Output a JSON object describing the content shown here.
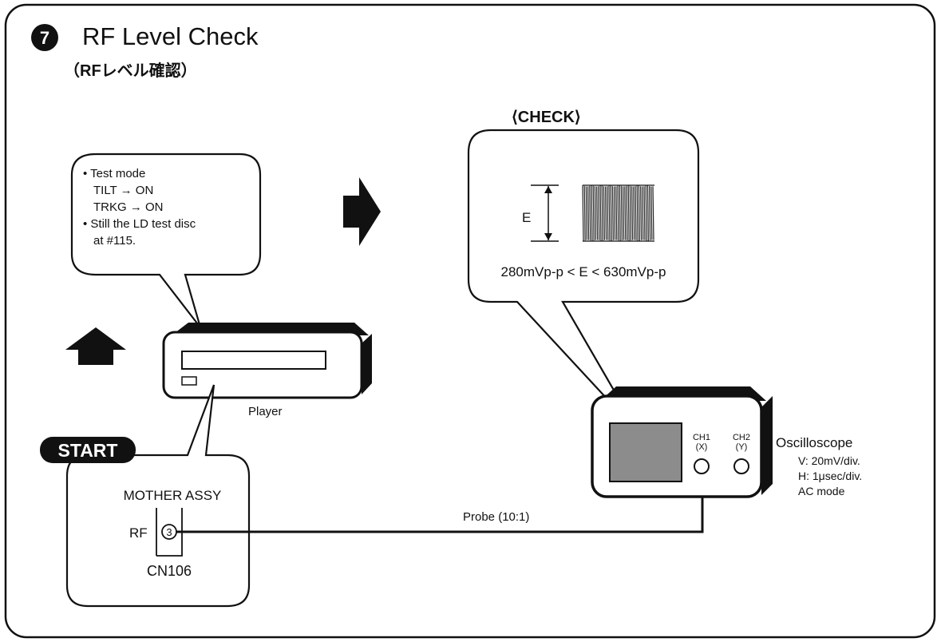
{
  "header": {
    "step_number": "7",
    "title": "RF Level Check",
    "subtitle": "（RFレベル確認）"
  },
  "settings_bubble": {
    "lines": [
      "• Test mode",
      "TILT    → ON",
      "TRKG  → ON",
      "• Still the LD test disc",
      "at #115."
    ]
  },
  "player": {
    "label": "Player"
  },
  "start": {
    "badge": "START",
    "board": "MOTHER ASSY",
    "pin_label": "RF",
    "pin_number": "3",
    "connector": "CN106"
  },
  "probe": {
    "label": "Probe (10:1)"
  },
  "check": {
    "heading": "⟨CHECK⟩",
    "amplitude_label": "E",
    "condition": "280mVp-p < E < 630mVp-p"
  },
  "oscilloscope": {
    "name": "Oscilloscope",
    "ch1": {
      "top": "CH1",
      "bottom": "(X)"
    },
    "ch2": {
      "top": "CH2",
      "bottom": "(Y)"
    },
    "settings": [
      "V: 20mV/div.",
      "H: 1μsec/div.",
      "AC mode"
    ]
  },
  "colors": {
    "ink": "#111111",
    "screen": "#8c8c8c",
    "background": "#ffffff"
  }
}
